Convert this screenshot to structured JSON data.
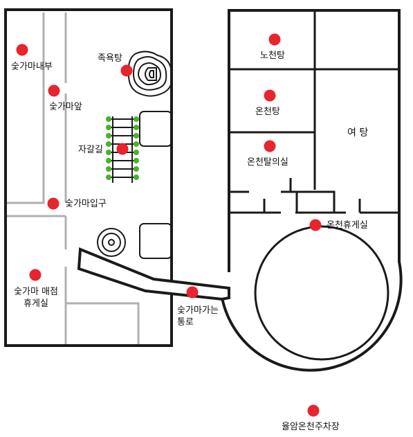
{
  "colors": {
    "marker": "#e8242e",
    "wall": "#1a1a1a",
    "partition": "#b0b0b0"
  },
  "locations": {
    "charcoal_kiln_inside": "숯가마내부",
    "charcoal_kiln_front": "숯가마앞",
    "foot_bath": "족욕탕",
    "gravel_path": "자갈길",
    "charcoal_kiln_entrance": "숯가마입구",
    "charcoal_kiln_shop_lounge": "숯가마 매점\n휴게실",
    "passage_to_charcoal_kiln": "숯가마가는\n통로",
    "open_air_bath": "노천탕",
    "hot_spring_bath": "온천탕",
    "hot_spring_changing_room": "온천탈의실",
    "womens_bath": "여 탕",
    "hot_spring_lounge": "온천휴게실",
    "parking_lot": "율암온천주차장"
  }
}
